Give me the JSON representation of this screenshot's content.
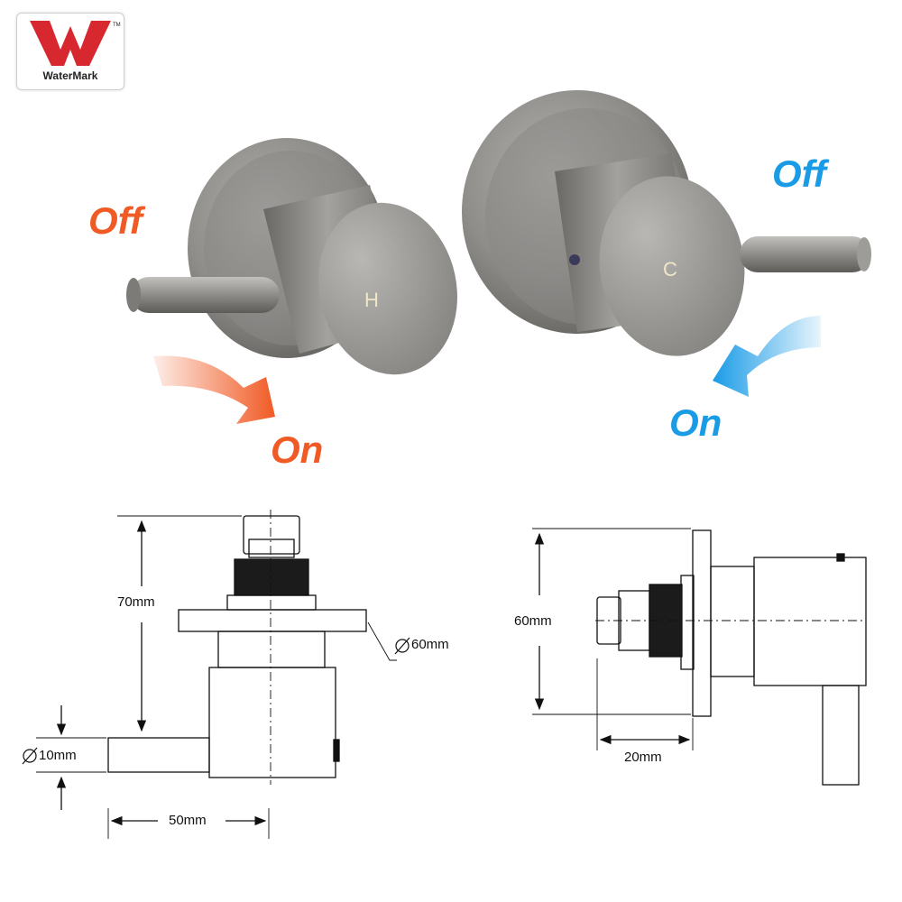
{
  "logo": {
    "brand": "WaterMark",
    "trademark": "TM",
    "accent_color": "#d7282f"
  },
  "hot_tap": {
    "handle_letter": "H",
    "off_label": "Off",
    "on_label": "On",
    "color": "#f05a24"
  },
  "cold_tap": {
    "handle_letter": "C",
    "off_label": "Off",
    "on_label": "On",
    "color": "#1a9be6"
  },
  "front_drawing": {
    "height_label": "70mm",
    "diameter_label": "60mm",
    "handle_diameter_label": "10mm",
    "width_label": "50mm"
  },
  "side_drawing": {
    "height_label": "60mm",
    "depth_label": "20mm"
  },
  "colors": {
    "metal": "#8d8b88",
    "line": "#111111"
  }
}
